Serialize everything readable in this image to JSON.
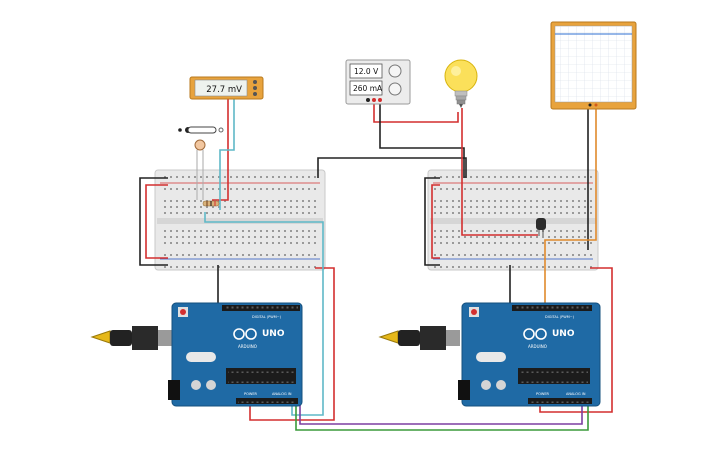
{
  "multimeter": {
    "reading": "27.7 mV"
  },
  "power_supply": {
    "voltage": "12.0 V",
    "current": "260 mA"
  },
  "arduino_left": {
    "brand": "ARDUINO",
    "model": "UNO",
    "digital_label": "DIGITAL (PWM~)",
    "analog_label": "ANALOG IN",
    "power_label": "POWER"
  },
  "arduino_right": {
    "brand": "ARDUINO",
    "model": "UNO",
    "digital_label": "DIGITAL (PWM~)",
    "analog_label": "ANALOG IN",
    "power_label": "POWER"
  },
  "colors": {
    "board": "#1f6aa5",
    "board_dark": "#15507e",
    "breadboard": "#e6e6e6",
    "wire_red": "#d32f2f",
    "wire_black": "#222222",
    "wire_teal": "#5fb8c7",
    "wire_orange": "#e08a2c",
    "wire_green": "#3a9a3a",
    "wire_purple": "#7b3fa0",
    "meter_frame": "#e8a33d",
    "bulb": "#f9d71c"
  }
}
